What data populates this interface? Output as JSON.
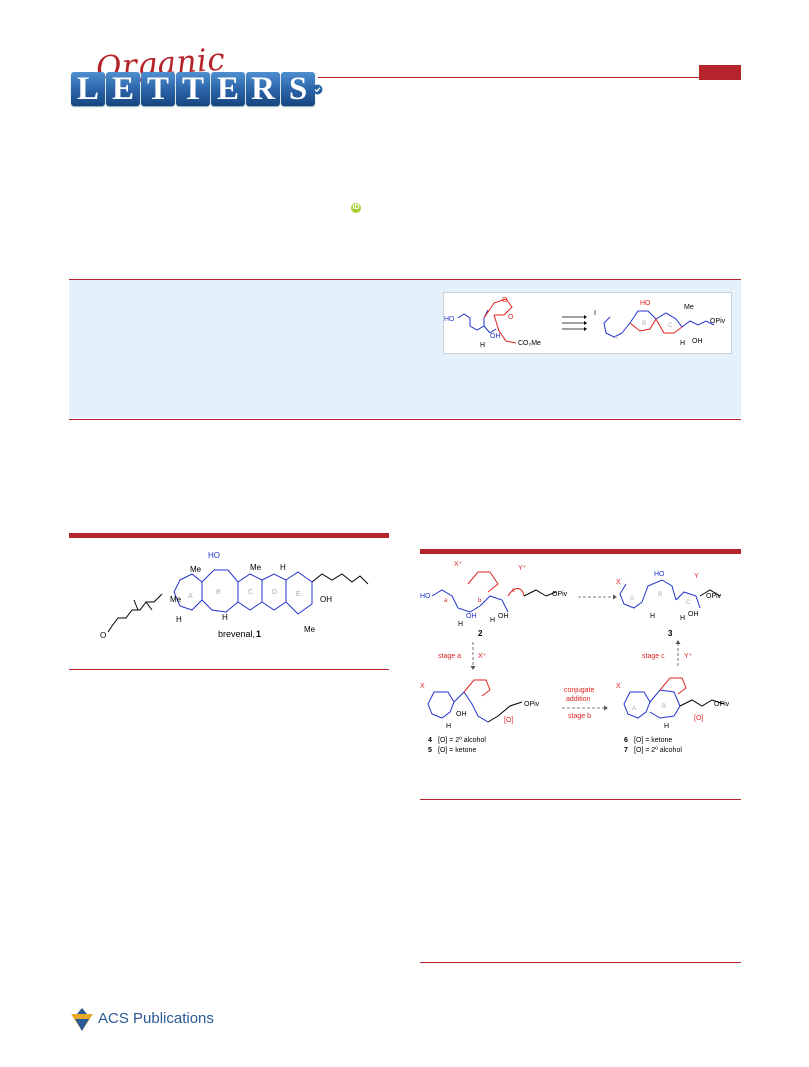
{
  "masthead": {
    "journal_script": "Organic",
    "letters": [
      "L",
      "E",
      "T",
      "T",
      "E",
      "R",
      "S"
    ],
    "colors": {
      "brand_red": "#b5242b",
      "brand_blue": "#2a62a7"
    }
  },
  "toc": {
    "labels": {
      "ho": "HO",
      "oh": "OH",
      "h": "H",
      "co2me": "CO₂Me",
      "i": "I",
      "me": "Me",
      "opiv": "OPiv",
      "ring_a": "A",
      "ring_b": "B",
      "ring_c": "C",
      "o": "O"
    }
  },
  "figure1": {
    "compound_name": "brevenal,",
    "compound_number": "1",
    "labels": {
      "ho": "HO",
      "me": "Me",
      "h": "H",
      "oh": "OH",
      "o": "O",
      "ring_a": "A",
      "ring_b": "B",
      "ring_c": "C",
      "ring_d": "D",
      "ring_e": "E"
    }
  },
  "scheme": {
    "labels": {
      "x_plus": "X⁺",
      "y_plus": "Y⁺",
      "a": "a",
      "b": "b",
      "c": "c",
      "ho": "HO",
      "oh": "OH",
      "h": "H",
      "opiv": "OPiv",
      "x": "X",
      "y": "Y",
      "o": "O",
      "ring_a": "A",
      "ring_b": "B",
      "ring_c": "C",
      "o_bracket": "[O]"
    },
    "compound_2": "2",
    "compound_3": "3",
    "stage_a": "stage a",
    "stage_b": "stage b",
    "stage_c": "stage c",
    "conjugate": "conjugate",
    "addition": "addition",
    "cmpd4_num": "4",
    "cmpd4_text": "[O] = 2º alcohol",
    "cmpd5_num": "5",
    "cmpd5_text": "[O] = ketone",
    "cmpd6_num": "6",
    "cmpd6_text": "[O] = ketone",
    "cmpd7_num": "7",
    "cmpd7_text": "[O] = 2º alcohol"
  },
  "footer": {
    "publisher": "ACS Publications"
  }
}
